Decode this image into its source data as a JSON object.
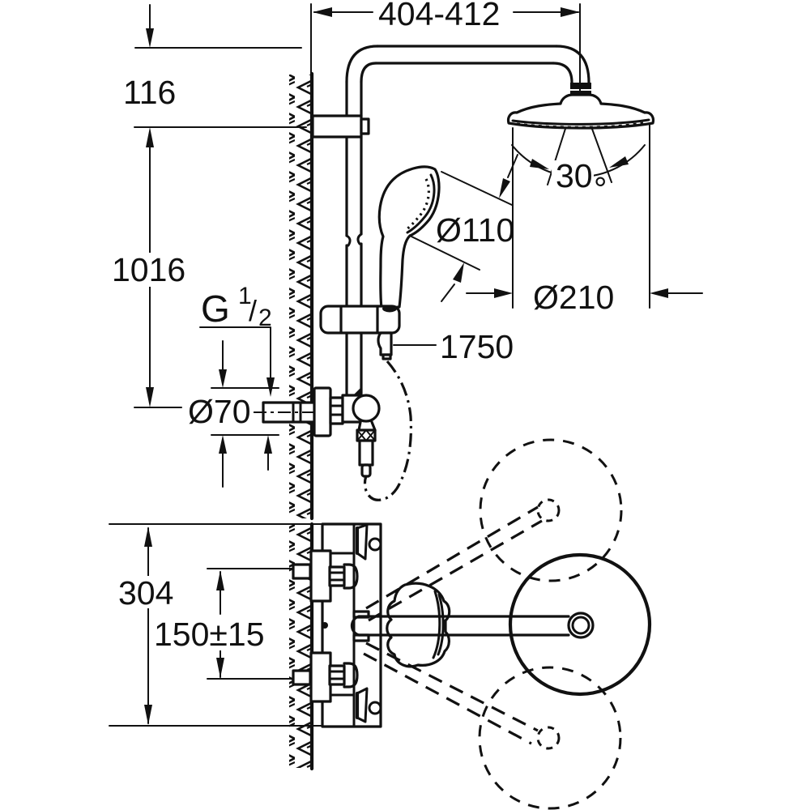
{
  "dimensions": {
    "top_width": "404-412",
    "head_offset": "116",
    "rail_height": "1016",
    "thread": {
      "g": "G",
      "num": "1",
      "slash": "/",
      "den": "2"
    },
    "escutcheon_diameter": "Ø70",
    "hand_shower_diameter": "Ø110",
    "head_shower_diameter": "Ø210",
    "swivel_angle": "30",
    "swivel_angle_unit": "°",
    "hose_length": "1750",
    "body_height": "304",
    "inlet_distance": "150±15"
  },
  "colors": {
    "line": "#111111",
    "background": "#ffffff"
  }
}
